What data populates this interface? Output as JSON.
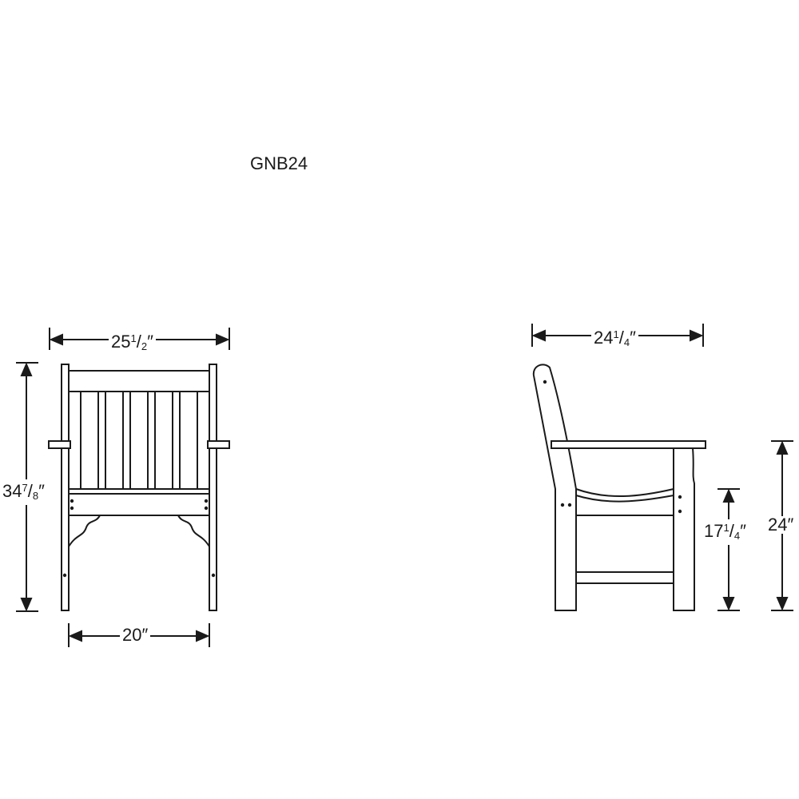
{
  "title": "GNB24",
  "front_view": {
    "width_overall": {
      "whole": "25",
      "num": "1",
      "den": "2",
      "unit": "″"
    },
    "height_overall": {
      "whole": "34",
      "num": "7",
      "den": "8",
      "unit": "″"
    },
    "width_inner": {
      "whole": "20",
      "num": "",
      "den": "",
      "unit": "″"
    }
  },
  "side_view": {
    "depth_overall": {
      "whole": "24",
      "num": "1",
      "den": "4",
      "unit": "″"
    },
    "seat_height": {
      "whole": "17",
      "num": "1",
      "den": "4",
      "unit": "″"
    },
    "arm_height": {
      "whole": "24",
      "num": "",
      "den": "",
      "unit": "″"
    }
  },
  "colors": {
    "line": "#1a1a1a",
    "background": "#ffffff"
  }
}
